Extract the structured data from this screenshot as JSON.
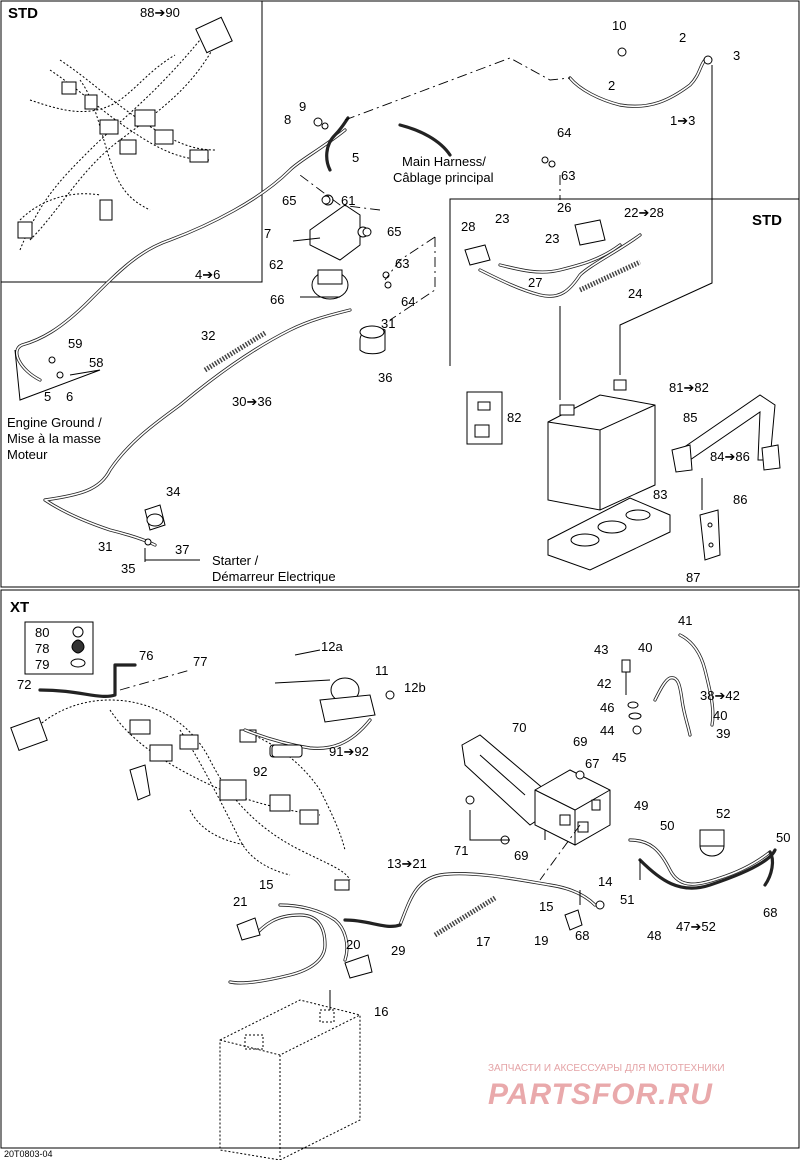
{
  "sections": {
    "std_top": "STD",
    "std_right": "STD",
    "xt": "XT"
  },
  "labels": {
    "l_88_90": "88➔90",
    "l_10": "10",
    "l_2a": "2",
    "l_3": "3",
    "l_2b": "2",
    "l_1_3": "1➔3",
    "l_9": "9",
    "l_8": "8",
    "l_5a": "5",
    "l_main1": "Main Harness/",
    "l_main2": "Câblage principal",
    "l_64a": "64",
    "l_63a": "63",
    "l_65a": "65",
    "l_61": "61",
    "l_7": "7",
    "l_65b": "65",
    "l_62": "62",
    "l_63b": "63",
    "l_66": "66",
    "l_64b": "64",
    "l_31a": "31",
    "l_4_6": "4➔6",
    "l_32": "32",
    "l_36": "36",
    "l_59": "59",
    "l_58": "58",
    "l_5b": "5",
    "l_6": "6",
    "l_eg1": "Engine Ground /",
    "l_eg2": "Mise à la masse",
    "l_eg3": "Moteur",
    "l_30_36": "30➔36",
    "l_34": "34",
    "l_31b": "31",
    "l_37": "37",
    "l_35": "35",
    "l_st1": "Starter /",
    "l_st2": "Démarreur Electrique",
    "l_23a": "23",
    "l_28": "28",
    "l_26": "26",
    "l_22_28": "22➔28",
    "l_23b": "23",
    "l_27": "27",
    "l_24": "24",
    "l_81_82": "81➔82",
    "l_82": "82",
    "l_85": "85",
    "l_84_86": "84➔86",
    "l_83": "83",
    "l_86": "86",
    "l_87": "87",
    "l_80": "80",
    "l_78": "78",
    "l_79": "79",
    "l_76": "76",
    "l_77": "77",
    "l_72": "72",
    "l_12a": "12a",
    "l_11": "11",
    "l_12b": "12b",
    "l_91_92": "91➔92",
    "l_92": "92",
    "l_41": "41",
    "l_43": "43",
    "l_40a": "40",
    "l_42": "42",
    "l_38_42": "38➔42",
    "l_46": "46",
    "l_40b": "40",
    "l_44": "44",
    "l_39": "39",
    "l_45": "45",
    "l_70": "70",
    "l_69a": "69",
    "l_67": "67",
    "l_49": "49",
    "l_52": "52",
    "l_50a": "50",
    "l_50b": "50",
    "l_71": "71",
    "l_69b": "69",
    "l_13_21": "13➔21",
    "l_14": "14",
    "l_51": "51",
    "l_15a": "15",
    "l_21": "21",
    "l_15b": "15",
    "l_19": "19",
    "l_68a": "68",
    "l_48": "48",
    "l_47_52": "47➔52",
    "l_68b": "68",
    "l_17": "17",
    "l_20": "20",
    "l_29": "29",
    "l_16": "16"
  },
  "code": "20T0803-04",
  "watermark": {
    "line1": "ЗАПЧАСТИ И АКСЕССУАРЫ ДЛЯ МОТОТЕХНИКИ",
    "line2": "PARTSFOR.RU"
  }
}
